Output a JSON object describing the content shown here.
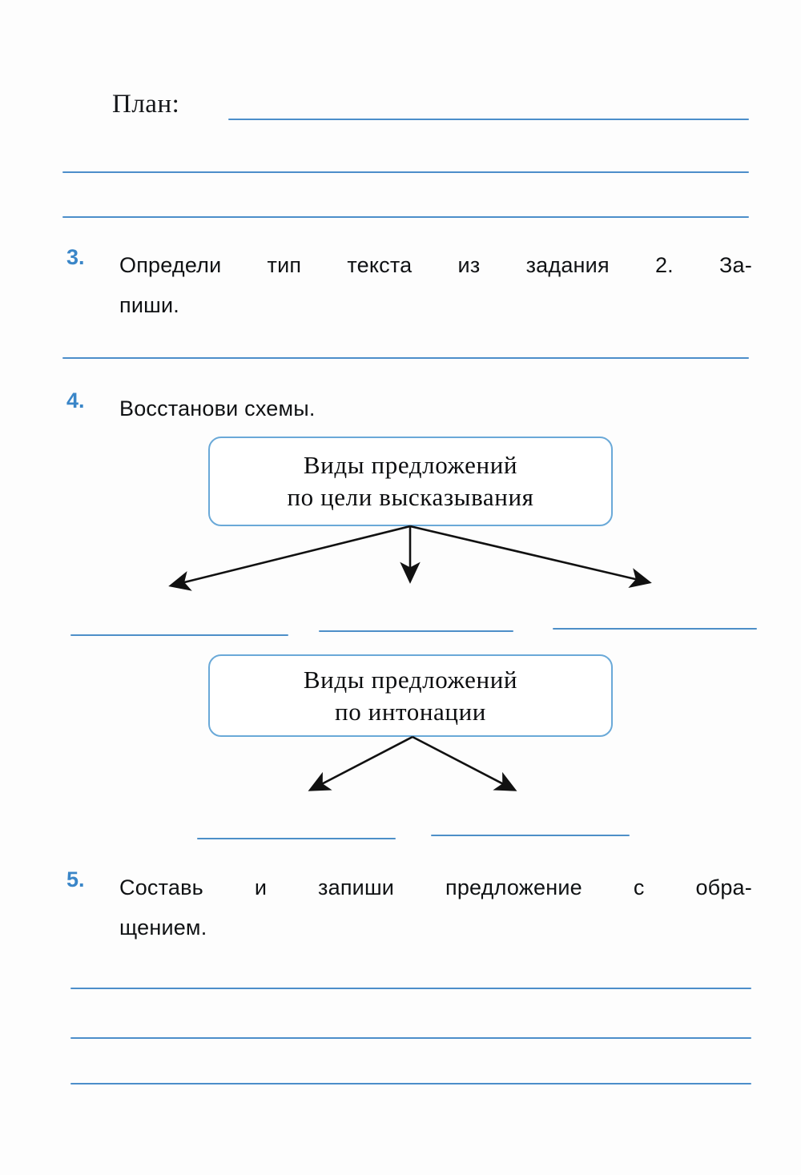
{
  "page": {
    "plan_label": "План:",
    "ink_blue": "#3d85c6",
    "accent_blue": "#3a86c8",
    "box_border": "#6aa9d8",
    "text_black": "#101214"
  },
  "tasks": [
    {
      "number": "3.",
      "lines": [
        "Определи тип текста из задания 2. За-",
        "пиши."
      ]
    },
    {
      "number": "4.",
      "lines": [
        "Восстанови схемы."
      ]
    },
    {
      "number": "5.",
      "lines": [
        "Составь и запиши предложение с обра-",
        "щением."
      ]
    }
  ],
  "task3_words_line1": [
    "Определи",
    "тип",
    "текста",
    "из",
    "задания",
    "2.",
    "За-"
  ],
  "task5_words_line1": [
    "Составь",
    "и",
    "запиши",
    "предложение",
    "с",
    "обра-"
  ],
  "schemes": [
    {
      "title_line1": "Виды предложений",
      "title_line2": "по цели высказывания",
      "branch_count": 3,
      "answer_lines": 3
    },
    {
      "title_line1": "Виды предложений",
      "title_line2": "по интонации",
      "branch_count": 2,
      "answer_lines": 2
    }
  ],
  "answer_rules": {
    "plan_count": 3,
    "after_task3_count": 1,
    "bottom_count": 3
  }
}
